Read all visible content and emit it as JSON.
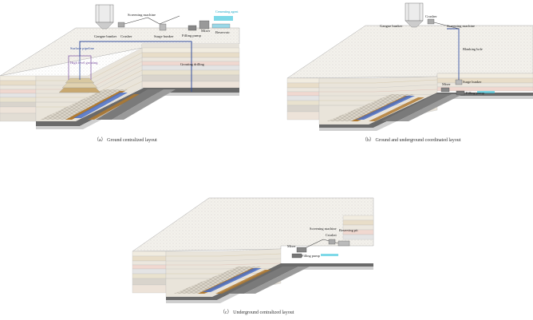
{
  "panels": {
    "a": {
      "caption": "（a）  Ground centralized layout",
      "labels": {
        "gangue_bunker": "Gangue bunker",
        "crusher": "Crusher",
        "screening_machine": "Screening machine",
        "surge_bunker": "Surge bunker",
        "filling_pump": "Filling pump",
        "mixer": "Mixer",
        "reservoir": "Reservoir",
        "cementing_agent": "Cementing agent",
        "surface_pipeline": "Surface pipeline",
        "high_level_grouting": "High level grouting",
        "grouting_drilling": "Grouting drilling"
      }
    },
    "b": {
      "caption": "（b）  Ground and underground coordinated layout",
      "labels": {
        "gangue_bunker": "Gangue bunker",
        "crusher": "Crusher",
        "screening_machine": "Screening machine",
        "blanking_hole": "Blanking hole",
        "surge_bunker": "Surge bunker",
        "mixer": "Mixer",
        "filling_pump": "Filling pump"
      }
    },
    "c": {
      "caption": "（c）  Underground centralized layout",
      "labels": {
        "screening_machine": "Screening machine",
        "crusher": "Crusher",
        "reserving_pit": "Reserving pit",
        "mixer": "Mixer",
        "filling_pump": "Filling pump"
      }
    }
  },
  "colors": {
    "ground_top": "#f3f1ec",
    "strata": [
      "#f1ece0",
      "#e8ddc8",
      "#ece7de",
      "#f0d8d0",
      "#e4e4e4",
      "#e9e2cf",
      "#d9d4cc",
      "#ede3d9"
    ],
    "roadway_dark": "#5a5a5a",
    "roadway_mid": "#8a8a8a",
    "gob_fill": "#d8d0c0",
    "filling_strip": "#b07a30",
    "blue_zone": "#4a70c8",
    "pipeline": "#3550a0",
    "cyan": "#28c0d8",
    "purple": "#7a4fa0"
  }
}
